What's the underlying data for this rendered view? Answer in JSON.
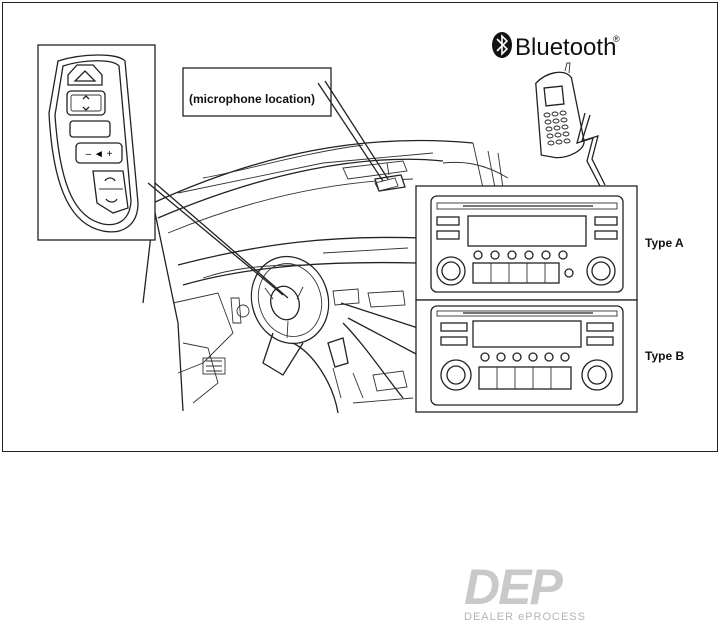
{
  "diagram": {
    "brand_label": "Bluetooth",
    "brand_mark": "®",
    "microphone_label": "(microphone location)",
    "type_a_label": "Type A",
    "type_b_label": "Type B",
    "volume_control_label": "– ◄ +",
    "icons": [
      "bluetooth-icon",
      "mobile-phone-icon",
      "steering-wheel-switch-icon",
      "car-audio-unit-icon"
    ]
  },
  "watermark": {
    "logo_text": "DEP",
    "tagline": "DEALER ePROCESS",
    "color": "#c9c9c9"
  }
}
